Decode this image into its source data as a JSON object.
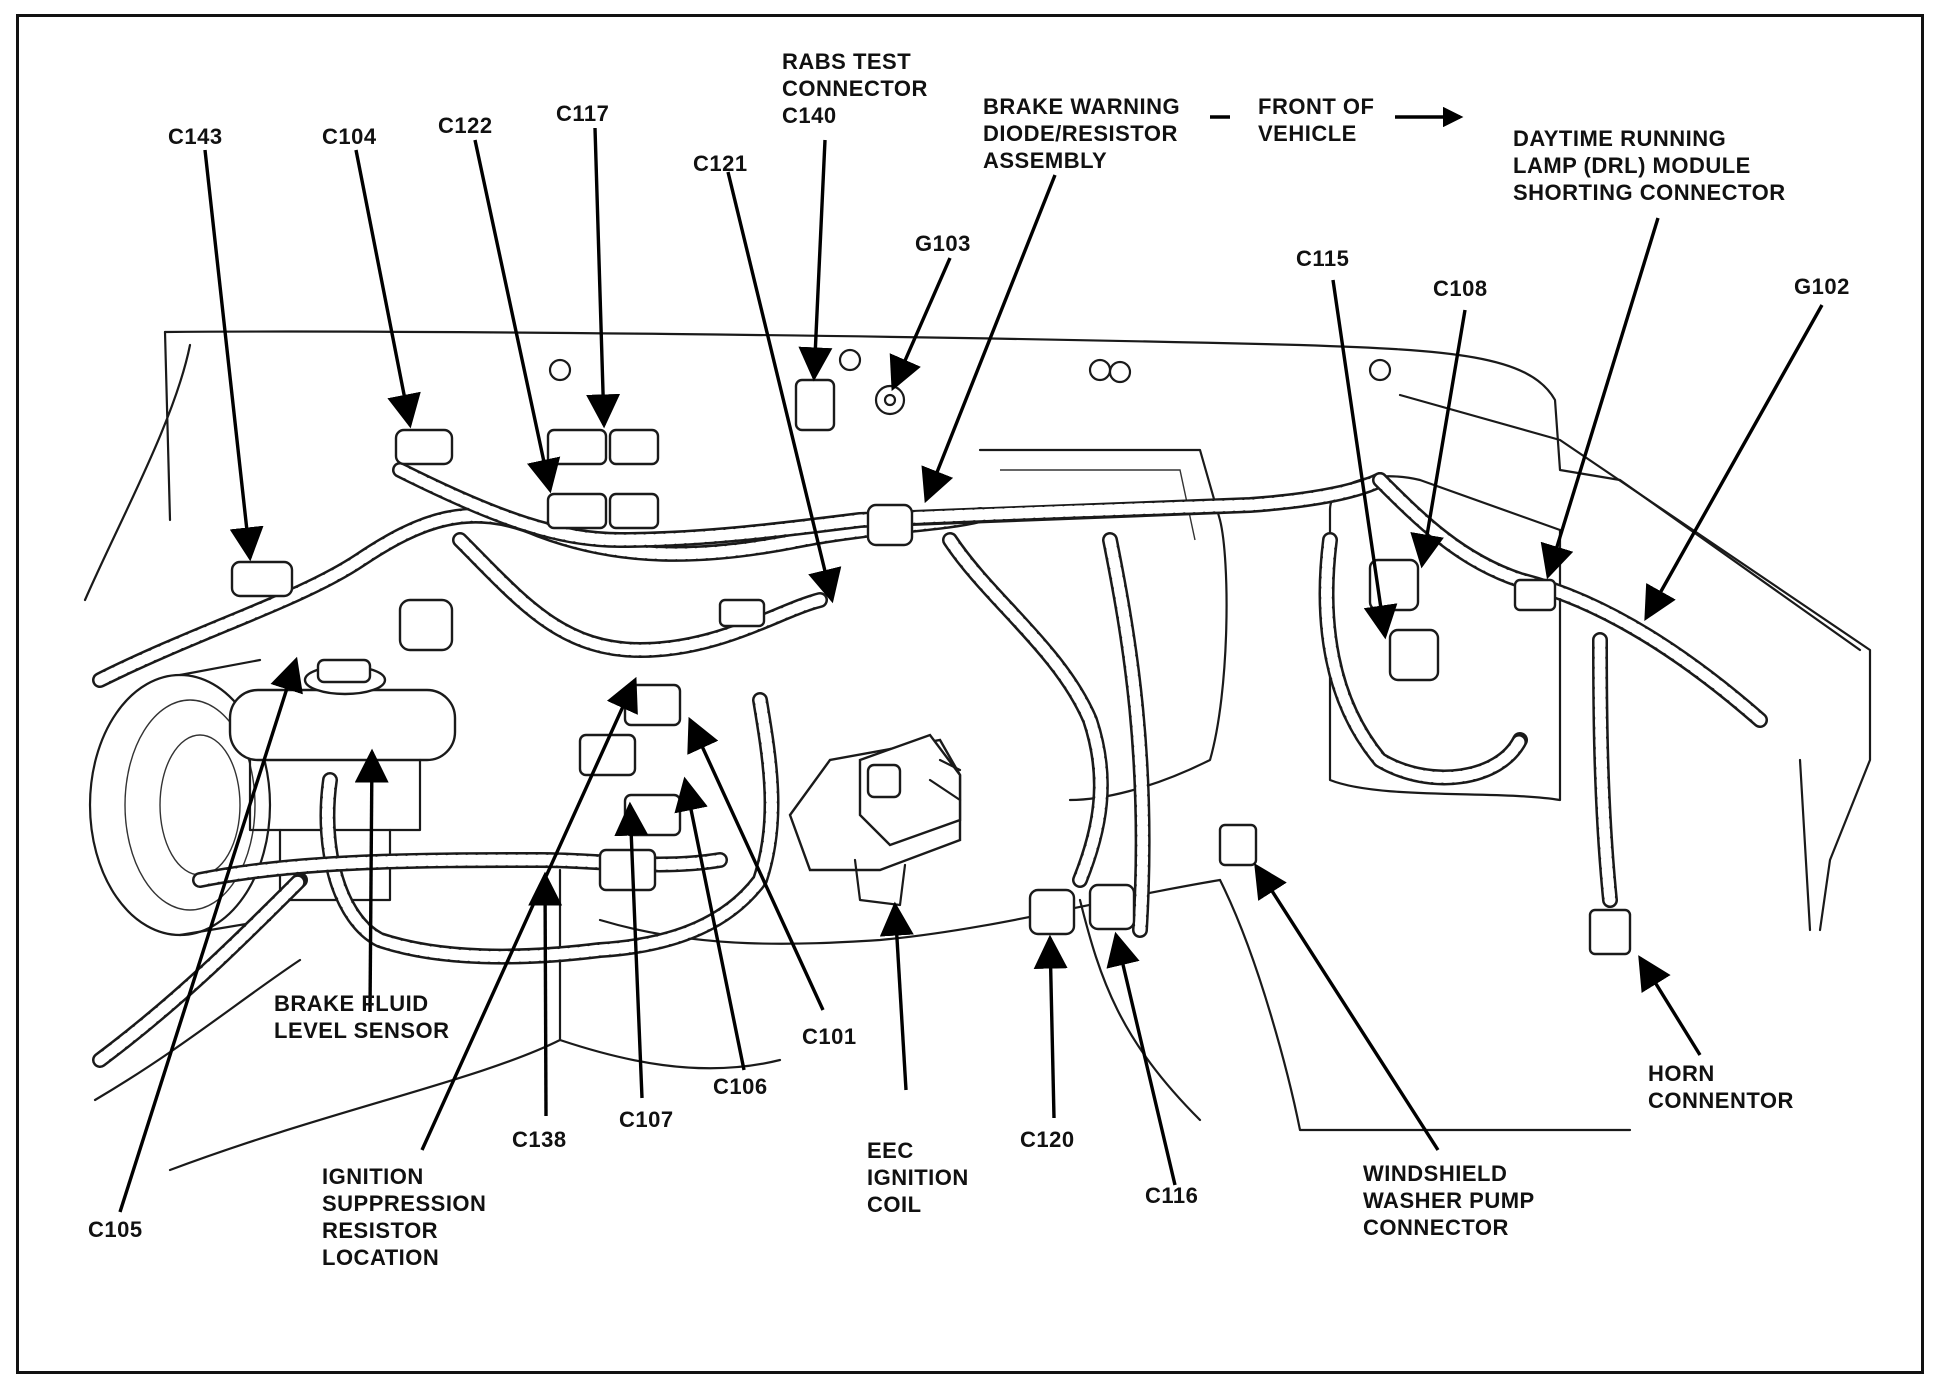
{
  "colors": {
    "ink": "#111111",
    "paper": "#ffffff"
  },
  "labels": {
    "c143": "C143",
    "c104": "C104",
    "c122": "C122",
    "c117": "C117",
    "rabs": "RABS TEST\nCONNECTOR\nC140",
    "c121": "C121",
    "g103": "G103",
    "brake_warning": "BRAKE WARNING\nDIODE/RESISTOR\nASSEMBLY",
    "front_of_vehicle": "FRONT OF\nVEHICLE",
    "drl": "DAYTIME RUNNING\nLAMP (DRL) MODULE\nSHORTING CONNECTOR",
    "c115": "C115",
    "c108": "C108",
    "g102": "G102",
    "brake_fluid": "BRAKE FLUID\nLEVEL SENSOR",
    "c105": "C105",
    "ignition_suppression": "IGNITION\nSUPPRESSION\nRESISTOR\nLOCATION",
    "c138": "C138",
    "c107": "C107",
    "c106": "C106",
    "c101": "C101",
    "eec": "EEC\nIGNITION\nCOIL",
    "c120": "C120",
    "c116": "C116",
    "windshield": "WINDSHIELD\nWASHER PUMP\nCONNECTOR",
    "horn": "HORN\nCONNENTOR"
  }
}
